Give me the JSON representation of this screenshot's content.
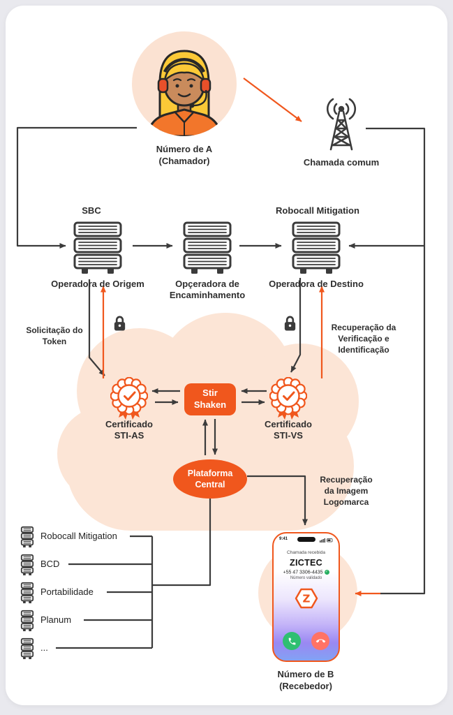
{
  "colors": {
    "orange": "#f0571d",
    "dark": "#3b3b3b",
    "peach": "#fce5d6",
    "green": "#2fbf71",
    "coral": "#ff7365"
  },
  "caller": {
    "name": "Número de A",
    "role": "(Chamador)"
  },
  "common_call_label": "Chamada comum",
  "operators": {
    "sbc": "SBC",
    "robocall": "Robocall Mitigation",
    "origin": "Operadora de Origem",
    "forwarding": "Opçeradora de Encaminhamento",
    "destination": "Operadora de Destino"
  },
  "annotations": {
    "token": "Solicitação do Token",
    "verification": "Recuperação da Verificação e Identificação",
    "logo": "Recuperação da Imagem Logomarca"
  },
  "cloud": {
    "cert_as": "Certificado STI-AS",
    "cert_vs": "Certificado STI-VS",
    "stir_shaken": "Stir Shaken",
    "platform": "Plataforma Central"
  },
  "services": [
    "Robocall Mitigation",
    "BCD",
    "Portabilidade",
    "Planum",
    "..."
  ],
  "phone": {
    "time": "9:41",
    "status": "Chamada recebida",
    "brand": "ZICTEC",
    "number": "+55 47 3306-4435",
    "check": "✓",
    "validated": "Número validado",
    "logo_letter": "Z"
  },
  "receiver": {
    "name": "Número de B",
    "role": "(Recebedor)"
  }
}
